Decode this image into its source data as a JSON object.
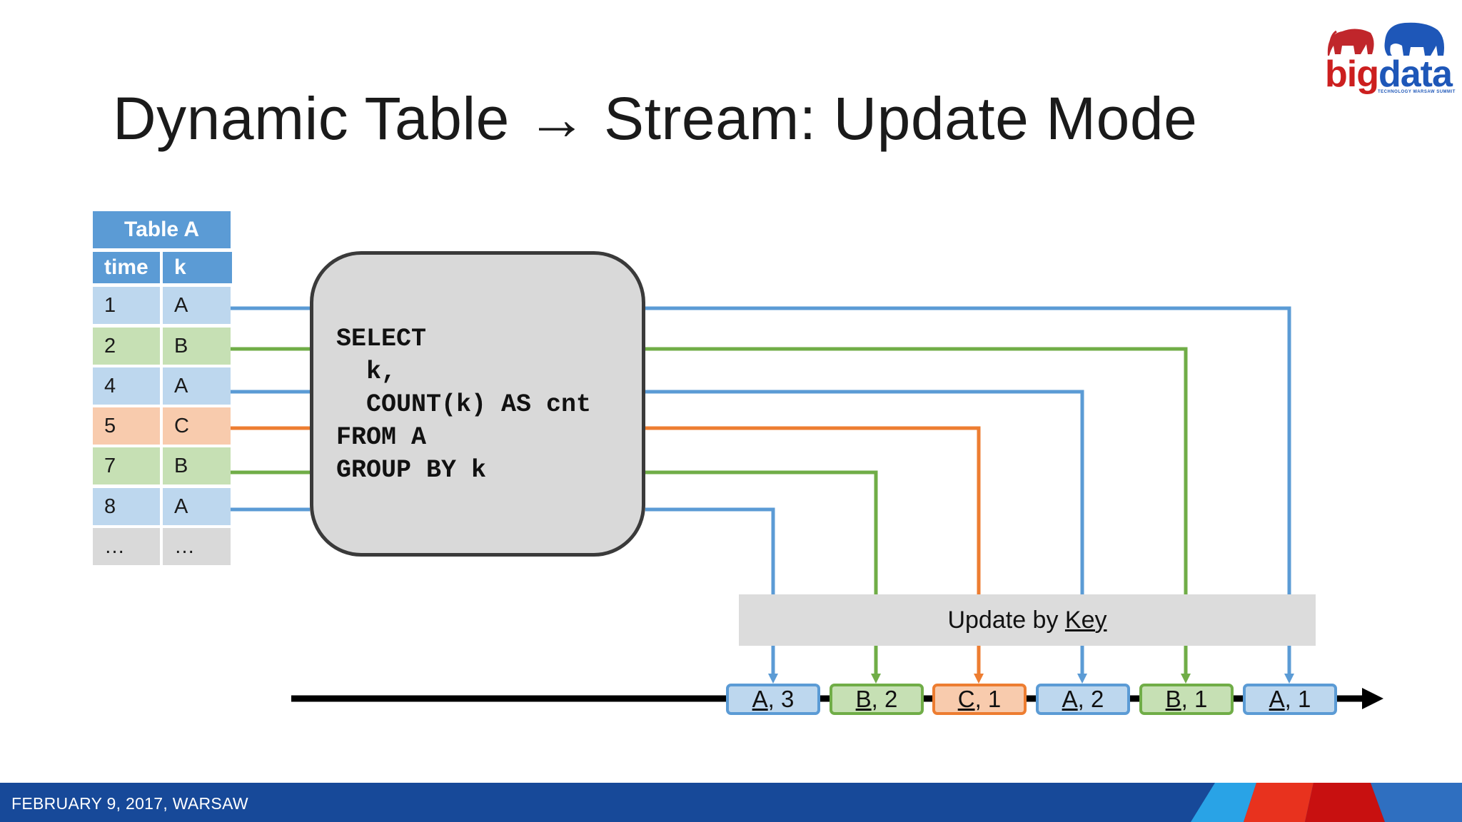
{
  "title": "Dynamic Table → Stream: Update Mode",
  "logo": {
    "text_red": "big",
    "text_blue": "data",
    "subtitle": "TECHNOLOGY WARSAW SUMMIT"
  },
  "table": {
    "title": "Table A",
    "columns": [
      "time",
      "k"
    ],
    "rows": [
      {
        "time": "1",
        "k": "A",
        "color": "#bdd7ee"
      },
      {
        "time": "2",
        "k": "B",
        "color": "#c6e0b4"
      },
      {
        "time": "4",
        "k": "A",
        "color": "#bdd7ee"
      },
      {
        "time": "5",
        "k": "C",
        "color": "#f8cbad"
      },
      {
        "time": "7",
        "k": "B",
        "color": "#c6e0b4"
      },
      {
        "time": "8",
        "k": "A",
        "color": "#bdd7ee"
      },
      {
        "time": "…",
        "k": "…",
        "color": "#d9d9d9"
      }
    ]
  },
  "query": {
    "lines": [
      "SELECT",
      "  k,",
      "  COUNT(k) AS cnt",
      "FROM A",
      "GROUP BY k"
    ]
  },
  "update_box": {
    "prefix": "Update by ",
    "key": "Key"
  },
  "stream": {
    "events": [
      {
        "key": "A",
        "value": "3",
        "color": "#5b9bd5",
        "fill": "#bdd7ee"
      },
      {
        "key": "B",
        "value": "2",
        "color": "#70ad47",
        "fill": "#c6e0b4"
      },
      {
        "key": "C",
        "value": "1",
        "color": "#ed7d31",
        "fill": "#f8cbad"
      },
      {
        "key": "A",
        "value": "2",
        "color": "#5b9bd5",
        "fill": "#bdd7ee"
      },
      {
        "key": "B",
        "value": "1",
        "color": "#70ad47",
        "fill": "#c6e0b4"
      },
      {
        "key": "A",
        "value": "1",
        "color": "#5b9bd5",
        "fill": "#bdd7ee"
      }
    ]
  },
  "colors": {
    "blue": "#5b9bd5",
    "green": "#70ad47",
    "orange": "#ed7d31",
    "gray": "#d9d9d9",
    "footer": "#174999"
  },
  "footer": {
    "text": "FEBRUARY 9, 2017, WARSAW"
  }
}
